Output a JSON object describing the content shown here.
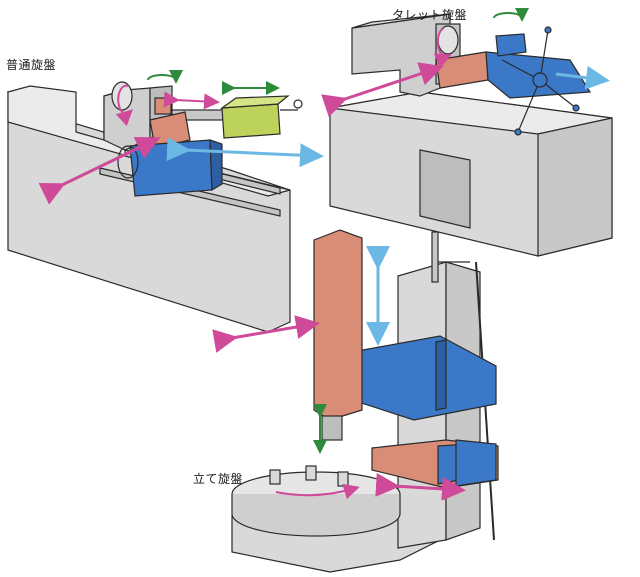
{
  "labels": {
    "normal_lathe": "普通旋盤",
    "turret_lathe": "タレット旋盤",
    "vertical_lathe": "立て旋盤"
  },
  "colors": {
    "machine_body": "#d9d9d9",
    "machine_top": "#ebebeb",
    "outline": "#2b2b2b",
    "tool_post": "#d98c76",
    "carriage": "#3c78c8",
    "tailstock": "#bcd25a",
    "feed_arrow_pink": "#d04a9a",
    "feed_arrow_cyan": "#6cb8e4",
    "rotation_arrow_green": "#2e8b3c"
  },
  "icons": [
    "double-arrow-icon",
    "rotation-arrow-icon",
    "handwheel-icon",
    "chuck-icon"
  ]
}
